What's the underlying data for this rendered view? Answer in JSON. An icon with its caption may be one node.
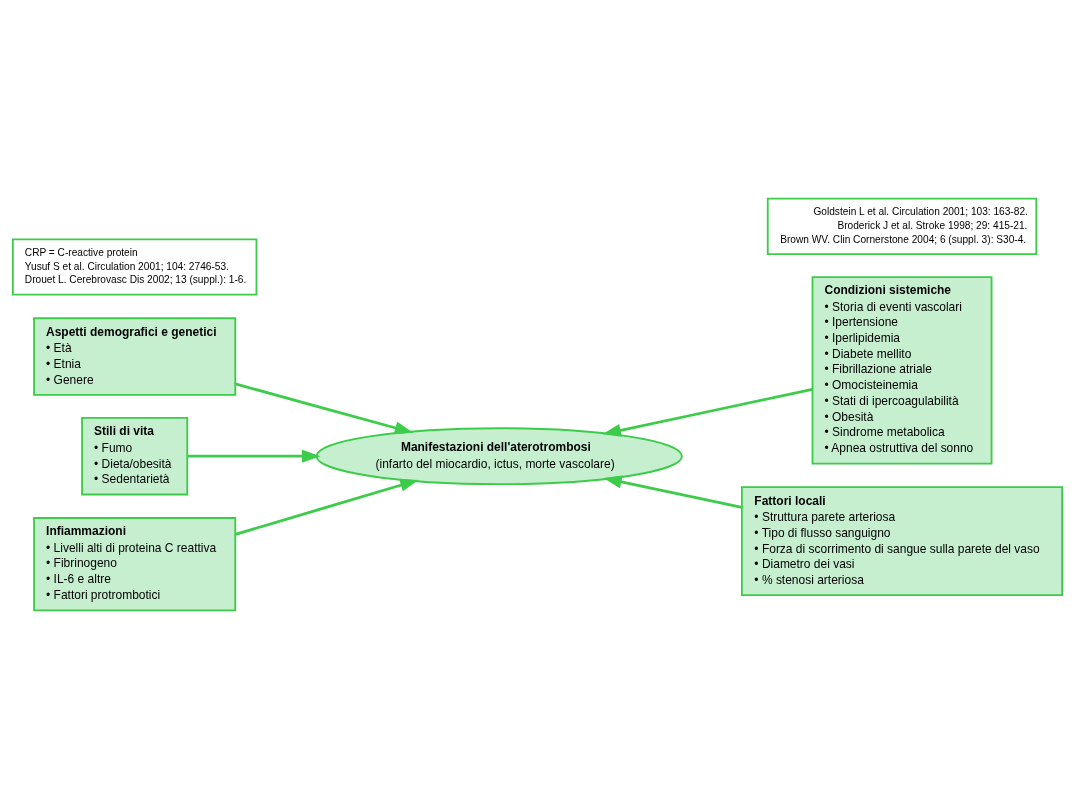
{
  "diagram": {
    "nodes": [
      {
        "text": [
          "Aspetti demografici e genetici",
          "• Età",
          "• Etnia",
          "• Genere"
        ]
      },
      {
        "text": [
          "Condizioni sistemiche",
          "• Storia di eventi vascolari",
          "• Ipertensione",
          "• Iperlipidemia",
          "• Diabete mellito",
          "• Fibrillazione atriale",
          "• Omocisteinemia",
          "• Stati di ipercoagulabilità",
          "• Obesità",
          "• Sindrome metabolica",
          "• Apnea ostruttiva del sonno"
        ]
      },
      {
        "text": [
          "Stili di vita",
          "• Fumo",
          "• Dieta/obesità",
          "• Sedentarietà"
        ]
      },
      {
        "text": [
          "Manifestazioni dell'aterotrombosi",
          "(infarto del miocardio, ictus, morte vascolare)"
        ]
      },
      {
        "text": [
          "Infiammazioni",
          "• Livelli alti di proteina C reattiva",
          "• Fibrinogeno",
          "• IL-6 e altre",
          "• Fattori protrombotici"
        ]
      },
      {
        "text": [
          "Fattori locali",
          "• Struttura parete arteriosa",
          "• Tipo di flusso sanguigno",
          "• Forza di scorrimento di sangue sulla parete del vaso",
          "• Diametro dei vasi",
          "• % stenosi arteriosa"
        ]
      },
      {
        "text": [
          "CRP = C-reactive protein",
          "Yusuf S et al. Circulation 2001; 104: 2746-53.",
          "Drouet L. Cerebrovasc Dis 2002; 13 (suppl.): 1-6."
        ]
      },
      {
        "text": [
          "Goldstein L et al. Circulation 2001; 103: 163-82.",
          "Broderick J et al. Stroke 1998; 29: 415-21.",
          "Brown WV. Clin Cornerstone 2004; 6 (suppl. 3): S30-4."
        ]
      }
    ],
    "edges": [
      {
        "from": 0,
        "to": 3,
        "arrow": "to"
      },
      {
        "from": 1,
        "to": 3,
        "arrow": "to"
      },
      {
        "from": 2,
        "to": 3,
        "arrow": "to"
      },
      {
        "from": 4,
        "to": 3,
        "arrow": "to"
      },
      {
        "from": 5,
        "to": 3,
        "arrow": "to"
      }
    ]
  }
}
